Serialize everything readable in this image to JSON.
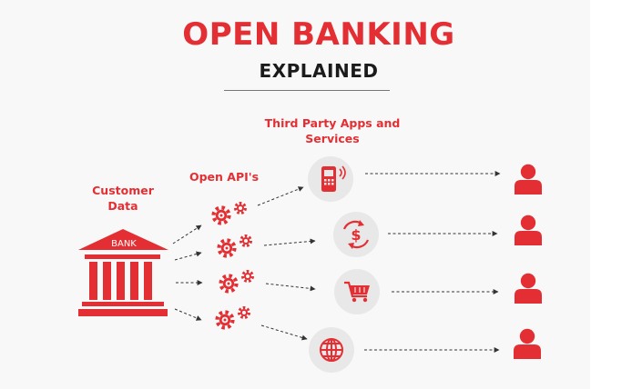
{
  "header": {
    "title": "OPEN BANKING",
    "subtitle": "EXPLAINED"
  },
  "labels": {
    "customer_data": "Customer Data",
    "open_apis": "Open API's",
    "third_party": "Third Party Apps and Services"
  },
  "bank": {
    "sign": "BANK"
  },
  "services": [
    {
      "name": "mobile",
      "icon": "mobile-phone-icon"
    },
    {
      "name": "payment",
      "icon": "dollar-exchange-icon"
    },
    {
      "name": "shopping",
      "icon": "shopping-cart-icon"
    },
    {
      "name": "web",
      "icon": "globe-icon"
    }
  ],
  "colors": {
    "accent": "#e32f33",
    "dark_text": "#1b1b1b",
    "icon_circle": "#e8e8e8",
    "arrow": "#333333"
  }
}
